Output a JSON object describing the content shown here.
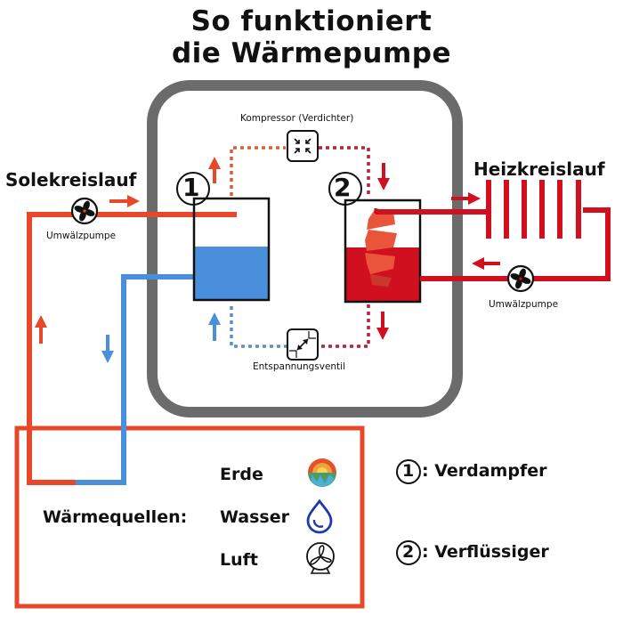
{
  "title": {
    "line1": "So funktioniert",
    "line2": "die Wärmepumpe"
  },
  "labels": {
    "solekreislauf": "Solekreislauf",
    "heizkreislauf": "Heizkreislauf",
    "pump_left": "Umwälzpumpe",
    "pump_right": "Umwälzpumpe",
    "compressor": "Kompressor (Verdichter)",
    "valve": "Entspannungsventil",
    "marker_1": "1",
    "marker_2": "2"
  },
  "heat_sources": {
    "heading": "Wärmequellen:",
    "items": [
      {
        "label": "Erde",
        "icon": "earth-icon"
      },
      {
        "label": "Wasser",
        "icon": "water-drop-icon"
      },
      {
        "label": "Luft",
        "icon": "fan-icon"
      }
    ]
  },
  "legend": [
    {
      "number": "1",
      "text": ": Verdampfer"
    },
    {
      "number": "2",
      "text": ": Verflüssiger"
    }
  ],
  "colors": {
    "cold_red": "#e8482a",
    "hot_red": "#d0101e",
    "blue": "#4a8fdc",
    "gray_frame": "#6b6b6b",
    "dotted_red": "#b3233a",
    "dotted_blue": "#5b8ec8",
    "dotted_orange": "#d0603a"
  }
}
